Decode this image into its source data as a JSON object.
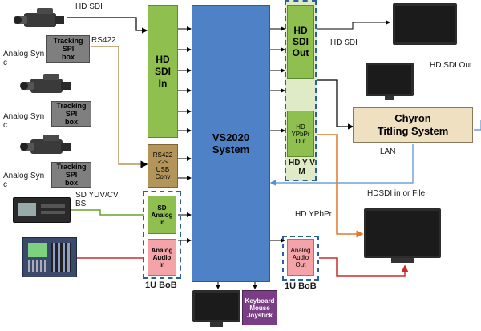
{
  "system": {
    "label": "VS2020 System"
  },
  "labels": {
    "hd_sdi_in_line": "HD SDI",
    "rs422": "RS422",
    "analog_sync_1": "Analog Syn\nc",
    "analog_sync_2": "Analog Syn\nc",
    "analog_sync_3": "Analog Syn\nc",
    "sd_yuv": "SD YUV/CV\nBS",
    "hd_sdi_top_right": "HD SDI",
    "hd_sdi_out_right": "HD SDI Out",
    "lan": "LAN",
    "hdsdi_or_file": "HDSDI in or File",
    "hd_ypbpr": "HD YPbPr"
  },
  "boxes": {
    "hd_sdi_in": "HD\nSDI\nIn",
    "rs422_usb": "RS422\n<->\nUSB\nConv",
    "sd_analog_in": "SD\nAnalog\nIn",
    "analog_audio_in": "Analog\nAudio\nIn",
    "hd_sdi_out": "HD\nSDI\nOut",
    "hd_ypbpr_out": "HD\nYPbPr\nOut",
    "hd_ypbpr_partial": "HD Y V\nM",
    "analog_audio_out": "Analog\nAudio\nOut",
    "keyboard": "Keyboard\nMouse\nJoystick",
    "chyron": "Chyron\nTitling System",
    "tracking_1": "Tracking\nSPI\nbox",
    "tracking_2": "Tracking\nSPI\nbox",
    "tracking_3": "Tracking\nSPI\nbox"
  },
  "bob": {
    "left_label": "1U BoB",
    "right_label": "1U BoB"
  },
  "colors": {
    "system_blue": "#4f81c7",
    "green": "#8fbf4e",
    "tan": "#b3955a",
    "pink": "#f4a3a8",
    "orange_link": "#e07a2a",
    "red_link": "#cc2b2b",
    "blue_link": "#4f8fd8"
  }
}
